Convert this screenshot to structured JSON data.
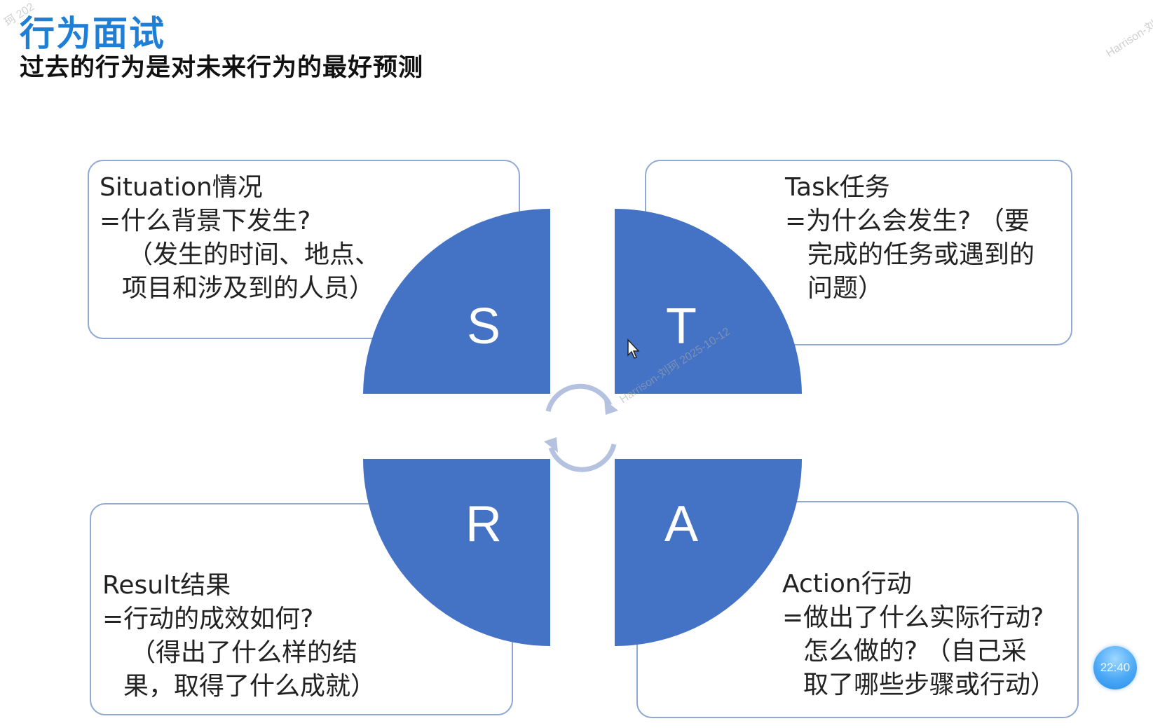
{
  "header": {
    "title": "行为面试",
    "subtitle": "过去的行为是对未来行为的最好预测"
  },
  "quadrants": {
    "s": {
      "letter": "S",
      "heading": "Situation情况",
      "lines": [
        "=什么背景下发生?",
        "（发生的时间、地点、",
        "项目和涉及到的人员）"
      ]
    },
    "t": {
      "letter": "T",
      "heading": "Task任务",
      "lines": [
        "=为什么会发生?  （要",
        "完成的任务或遇到的",
        "问题）"
      ]
    },
    "r": {
      "letter": "R",
      "heading": "Result结果",
      "lines": [
        "=行动的成效如何?",
        "（得出了什么样的结",
        "果，取得了什么成就）"
      ]
    },
    "a": {
      "letter": "A",
      "heading": "Action行动",
      "lines": [
        "=做出了什么实际行动?",
        "怎么做的?  （自己采",
        "取了哪些步骤或行动）"
      ]
    }
  },
  "watermarks": {
    "center": "Harrison-刘珂 2025-10-12",
    "top_right": "Harrison-刘",
    "top_left": "珂 202"
  },
  "time_badge": "22:40",
  "colors": {
    "quadrant_fill": "#4472c4",
    "box_border": "#8fa9d4",
    "cycle_arrow": "#b4c2e0",
    "title": "#1f7fd6"
  }
}
